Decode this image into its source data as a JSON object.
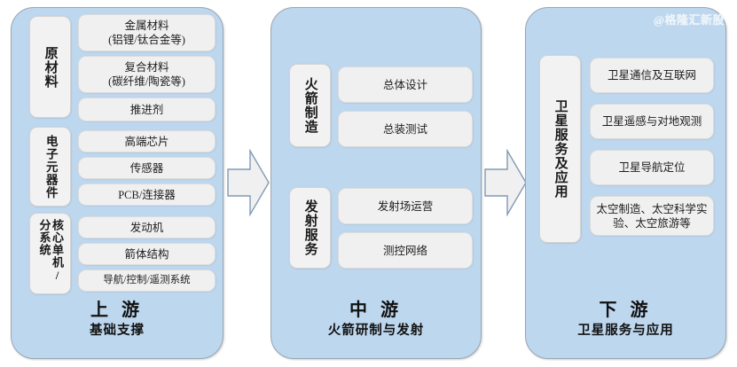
{
  "watermark": "@格隆汇新股",
  "colors": {
    "panel_fill": "#bdd7ee",
    "panel_border": "#9aa6b2",
    "item_fill": "#f0f0f0",
    "item_border": "#dcdcdc",
    "group_fill": "#f2f2f2",
    "arrow_fill": "#f0f0f0",
    "arrow_border": "#7f9bb5",
    "text": "#1a1a1a"
  },
  "stages": [
    {
      "id": "upstream",
      "caption_big": "上 游",
      "caption_sub": "基础支撑",
      "groups": [
        {
          "label": "原材料",
          "label_lines": [
            "原材料"
          ],
          "items": [
            "金属材料\n(铝锂/钛合金等)",
            "复合材料\n(碳纤维/陶瓷等)",
            "推进剂"
          ]
        },
        {
          "label": "电子元器件",
          "label_lines": [
            "电子元器件"
          ],
          "items": [
            "高端芯片",
            "传感器",
            "PCB/连接器"
          ]
        },
        {
          "label": "核心单机/分系统",
          "label_lines": [
            "分系统",
            "核心单机"
          ],
          "items": [
            "发动机",
            "箭体结构",
            "导航/控制/遥测系统"
          ]
        }
      ]
    },
    {
      "id": "midstream",
      "caption_big": "中 游",
      "caption_sub": "火箭研制与发射",
      "groups": [
        {
          "label": "火箭制造",
          "label_lines": [
            "火箭制造"
          ],
          "items": [
            "总体设计",
            "总装测试"
          ]
        },
        {
          "label": "发射服务",
          "label_lines": [
            "发射服务"
          ],
          "items": [
            "发射场运营",
            "测控网络"
          ]
        }
      ]
    },
    {
      "id": "downstream",
      "caption_big": "下 游",
      "caption_sub": "卫星服务与应用",
      "groups": [
        {
          "label": "卫星服务及应用",
          "label_lines": [
            "卫星服务及应用"
          ],
          "items": [
            "卫星通信及互联网",
            "卫星遥感与对地观测",
            "卫星导航定位",
            "太空制造、太空科学实\n验、太空旅游等"
          ]
        }
      ]
    }
  ],
  "arrows": [
    {
      "name": "arrow-upstream-to-midstream",
      "direction": "right"
    },
    {
      "name": "arrow-midstream-to-downstream",
      "direction": "right"
    }
  ]
}
